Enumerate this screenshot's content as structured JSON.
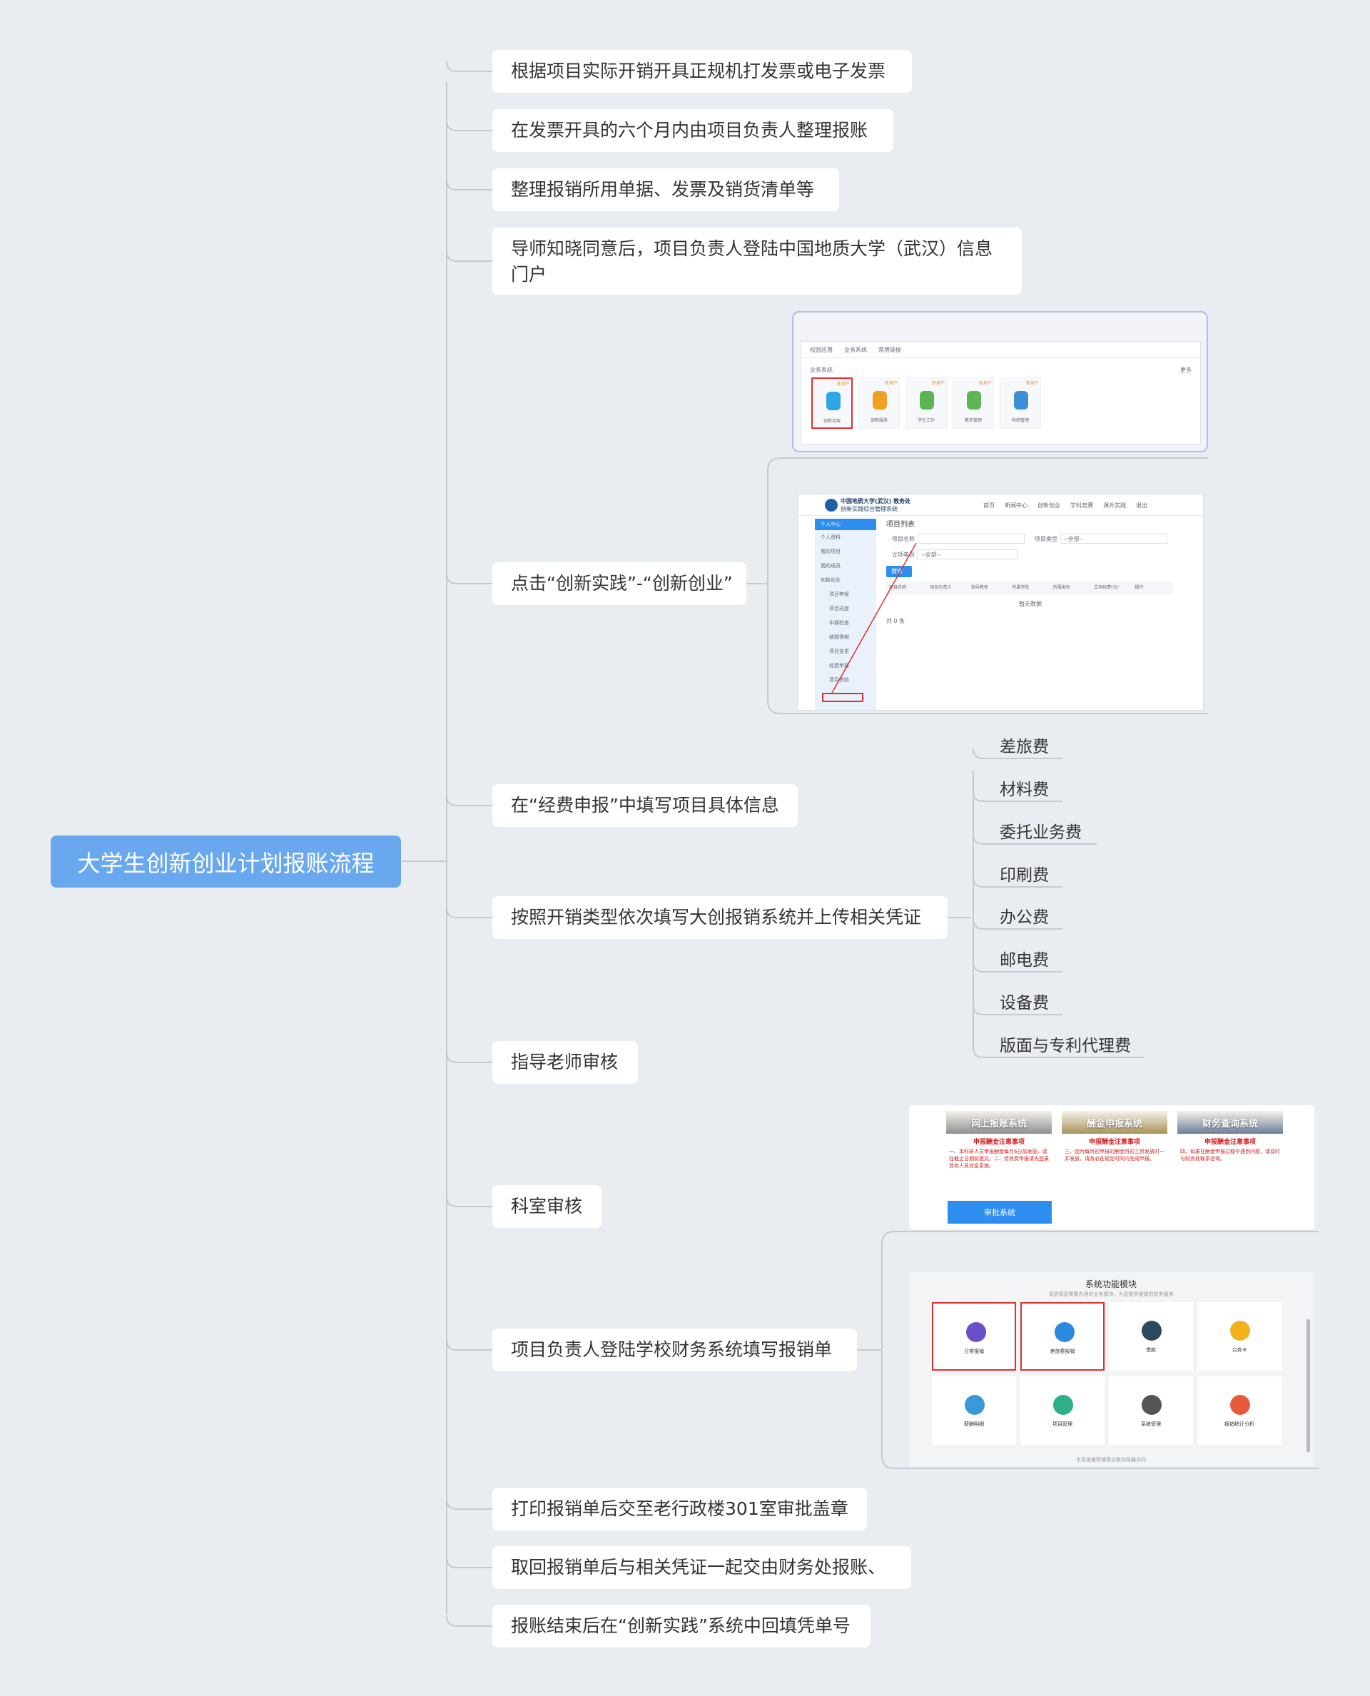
{
  "root": {
    "label": "大学生创新创业计划报账流程"
  },
  "steps": [
    {
      "label": "根据项目实际开销开具正规机打发票或电子发票"
    },
    {
      "label": "在发票开具的六个月内由项目负责人整理报账"
    },
    {
      "label": "整理报销所用单据、发票及销货清单等"
    },
    {
      "label": "导师知晓同意后，项目负责人登陆中国地质大学（武汉）信息门户"
    },
    {
      "label": "点击“创新实践”-“创新创业”"
    },
    {
      "label": "在“经费申报”中填写项目具体信息"
    },
    {
      "label": "按照开销类型依次填写大创报销系统并上传相关凭证"
    },
    {
      "label": "指导老师审核"
    },
    {
      "label": "科室审核"
    },
    {
      "label": "项目负责人登陆学校财务系统填写报销单"
    },
    {
      "label": "打印报销单后交至老行政楼301室审批盖章"
    },
    {
      "label": "取回报销单后与相关凭证一起交由财务处报账、"
    },
    {
      "label": "报账结束后在“创新实践”系统中回填凭单号"
    }
  ],
  "expense_types": [
    {
      "label": "差旅费"
    },
    {
      "label": "材料费"
    },
    {
      "label": "委托业务费"
    },
    {
      "label": "印刷费"
    },
    {
      "label": "办公费"
    },
    {
      "label": "邮电费"
    },
    {
      "label": "设备费"
    },
    {
      "label": "版面与专利代理费"
    }
  ],
  "portal_screenshot": {
    "tabs": [
      "校园应用",
      "业务系统",
      "常用链接"
    ],
    "section": "业务系统",
    "more": "更多",
    "apps": [
      {
        "name": "创新实践",
        "tag": "新用户",
        "color": "#2ea6e6"
      },
      {
        "name": "迎新服务",
        "tag": "新用户",
        "color": "#f0a020"
      },
      {
        "name": "学生工作",
        "tag": "新用户",
        "color": "#5ab552"
      },
      {
        "name": "教务管理",
        "tag": "新用户",
        "color": "#5ab552"
      },
      {
        "name": "科研管理",
        "tag": "新用户",
        "color": "#3b8fd6"
      }
    ]
  },
  "innovation_screenshot": {
    "logo": "中国地质大学(武汉) 教务处",
    "logo_sub": "创新实践综合管理系统",
    "nav": [
      "首页",
      "新闻中心",
      "创新创业",
      "学科竞赛",
      "课外实践",
      "退出"
    ],
    "sidebar": [
      "个人中心",
      "个人资料",
      "我的项目",
      "我的成员",
      "创新创业",
      "项目申报",
      "项目进度",
      "中期检查",
      "结题答辩",
      "项目变更",
      "经费申报",
      "项目资助"
    ],
    "title": "项目列表",
    "filters": [
      "项目名称",
      "项目类型",
      "立项年份"
    ],
    "select_placeholder": "--全部--",
    "search_btn": "搜索",
    "columns": [
      "项目名称",
      "项目负责人",
      "指导教师",
      "所属学院",
      "所属类别",
      "立项经费(元)",
      "操作"
    ],
    "empty": "暂无数据",
    "pager": "共 0 条"
  },
  "finance_login_screenshot": {
    "systems": [
      {
        "banner": "网上报账系统",
        "heading": "申报酬金注意事项",
        "text": "一、本科研人员申报酬金每月6日前发放，请在截止日期前提交。二、劳务费申报请先登录劳务人员信息系统。"
      },
      {
        "banner": "酬金申报系统",
        "heading": "申报酬金注意事项",
        "text": "三、因为每月初申报的酬金月初工资发放时一并发放，请务必在规定时间内完成申报。"
      },
      {
        "banner": "财务查询系统",
        "heading": "申报酬金注意事项",
        "text": "四、如果在酬金申报过程中遇到问题，请及时与财务处联系咨询。"
      }
    ],
    "button": "审批系统"
  },
  "finance_modules_screenshot": {
    "title": "系统功能模块",
    "subtitle": "请选择您需要办理的业务模块，为您提供便捷的财务服务",
    "modules": [
      {
        "name": "日常报销",
        "color": "#6a4fc8",
        "highlight": true
      },
      {
        "name": "差旅费报销",
        "color": "#2b8ae0",
        "highlight": true
      },
      {
        "name": "借款",
        "color": "#2b4a5e",
        "highlight": false
      },
      {
        "name": "公务卡",
        "color": "#f2b21c",
        "highlight": false
      },
      {
        "name": "薪酬明细",
        "color": "#3a9ad8",
        "highlight": false
      },
      {
        "name": "项目管理",
        "color": "#2fae8a",
        "highlight": false
      },
      {
        "name": "系统管理",
        "color": "#555555",
        "highlight": false
      },
      {
        "name": "报销统计分析",
        "color": "#e85a3c",
        "highlight": false
      }
    ],
    "footer": "本系统推荐使用谷歌浏览器访问"
  },
  "colors": {
    "root": "#69a8ee",
    "line": "#c4cad3",
    "highlight": "#e03030"
  }
}
